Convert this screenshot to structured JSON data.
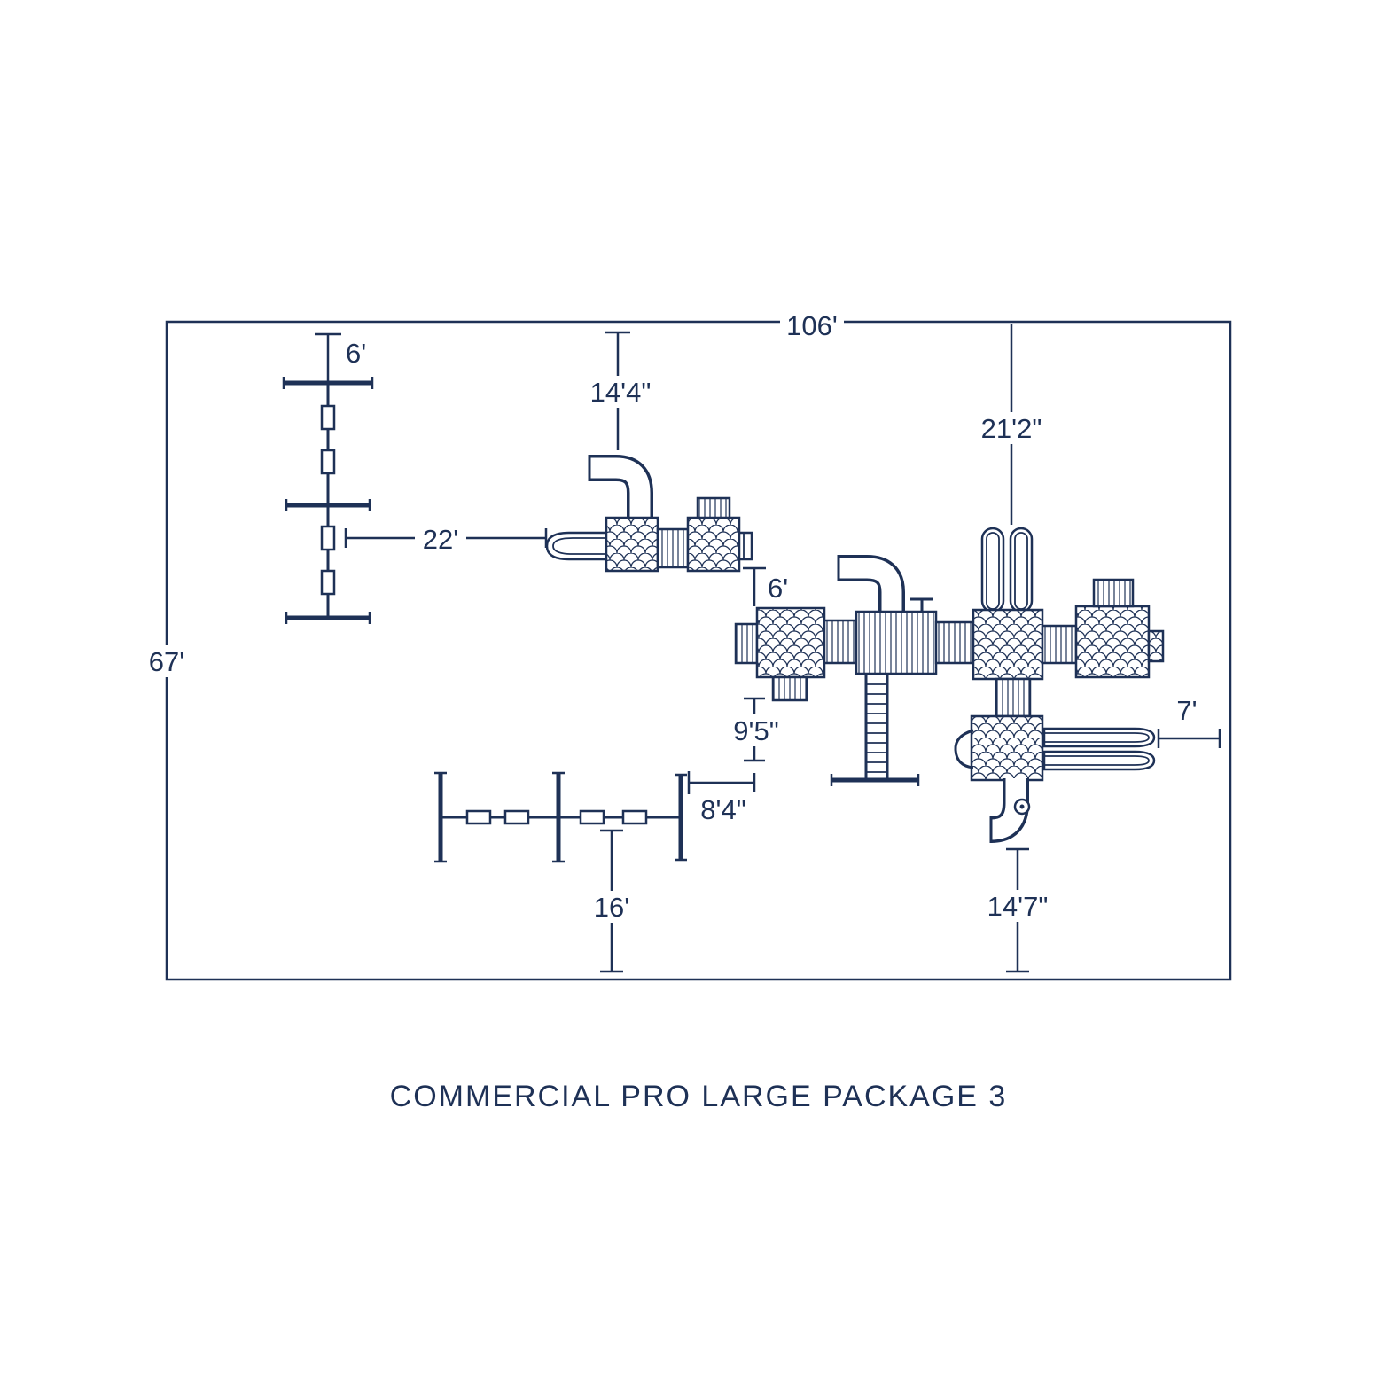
{
  "title": "COMMERCIAL PRO LARGE PACKAGE 3",
  "colors": {
    "ink": "#1e3156",
    "background": "#ffffff"
  },
  "dimensions": {
    "overall_width": "106'",
    "overall_height": "67'",
    "swing_a_offset": "6'",
    "structure_a_offset": "14'4\"",
    "main_top": "21'2\"",
    "swing_a_to_structure_a": "22'",
    "main_left_offset": "6'",
    "main_south": "9'5\"",
    "main_gap": "8'4\"",
    "swing_b_offset": "16'",
    "main_bottom": "14'7\"",
    "slide_length": "7'"
  }
}
